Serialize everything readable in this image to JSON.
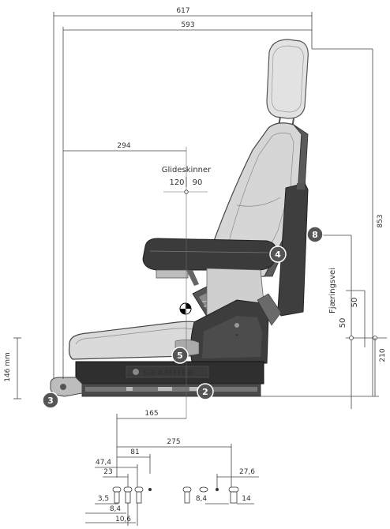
{
  "dimensions": {
    "d617": "617",
    "d593": "593",
    "d294": "294",
    "d853": "853",
    "d165": "165",
    "d275": "275",
    "d210": "210",
    "d146": "146 mm",
    "d81": "81",
    "d47_4": "47,4",
    "d23": "23",
    "d3_5": "3,5",
    "d8_4a": "8,4",
    "d10_6": "10,6",
    "d27_6": "27,6",
    "d8_4b": "8,4",
    "d14": "14"
  },
  "slide_rails": {
    "label": "Glideskinner",
    "left_value": "120",
    "right_value": "90"
  },
  "suspension": {
    "label": "Fjæringsvei",
    "upper_value": "50",
    "lower_value": "50"
  },
  "callouts": [
    "2",
    "3",
    "4",
    "5",
    "8"
  ],
  "brand_text": "GRAMMER"
}
